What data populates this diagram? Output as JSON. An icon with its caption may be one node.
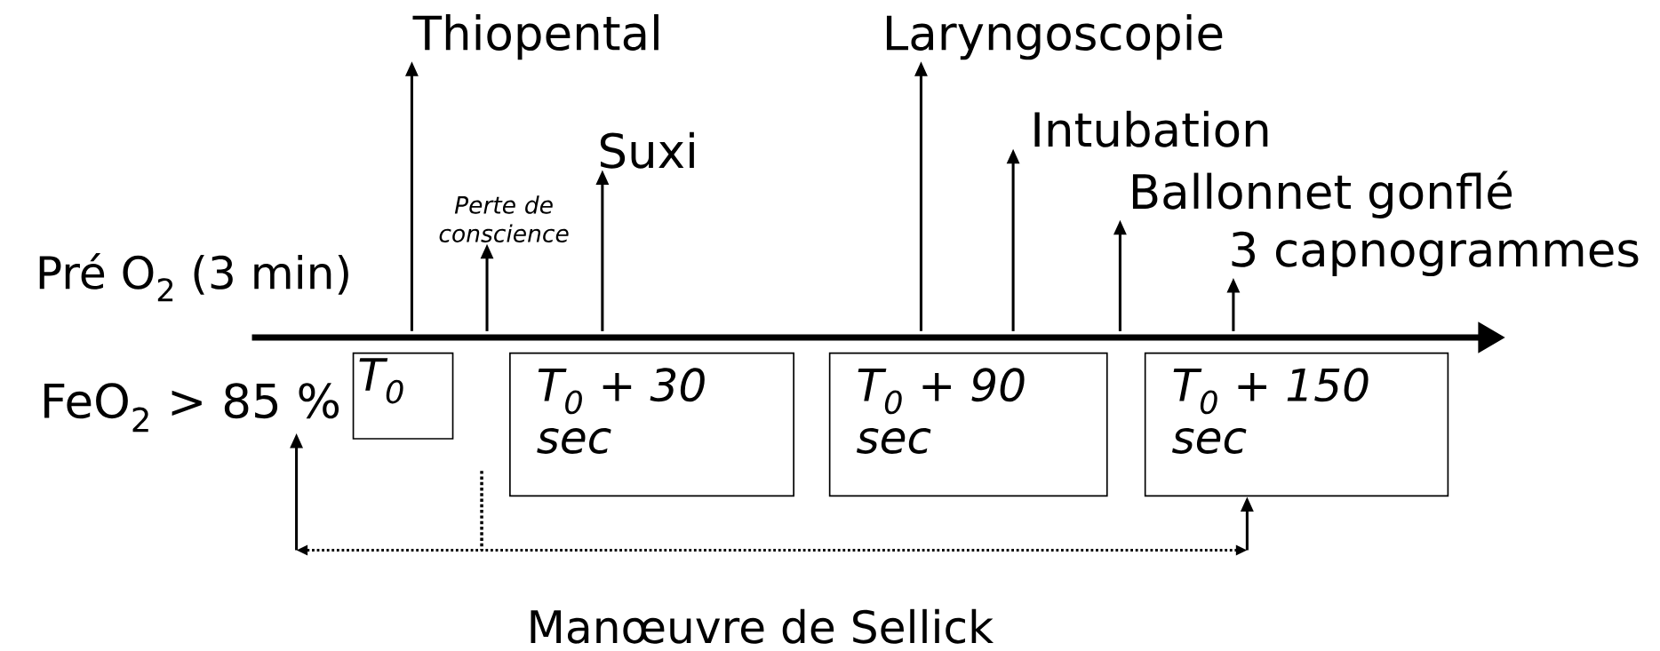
{
  "diagram": {
    "nodes": [
      {
        "text": [
          "Thiopental"
        ]
      },
      {
        "text": [
          "Perte de conscience"
        ]
      },
      {
        "text": [
          "Suxi"
        ]
      },
      {
        "text": [
          "Laryngoscopie"
        ]
      },
      {
        "text": [
          "Intubation"
        ]
      },
      {
        "text": [
          "Ballonnet gonflé"
        ]
      },
      {
        "text": [
          "3 capnogrammes"
        ]
      },
      {
        "text": [
          "T$_{0}$"
        ]
      },
      {
        "text": [
          "T$_{0}$ + 30 sec"
        ]
      },
      {
        "text": [
          "T$_{0}$ + 90 sec"
        ]
      },
      {
        "text": [
          "T$_{0}$ + 150 sec"
        ]
      },
      {
        "text": [
          "FeO$_{2}$ > 85 %"
        ]
      }
    ],
    "edges": [
      {
        "from": null,
        "to": 0,
        "arrow": "to"
      },
      {
        "from": null,
        "to": 1,
        "arrow": "to"
      },
      {
        "from": null,
        "to": 2,
        "arrow": "to"
      },
      {
        "from": null,
        "to": 3,
        "arrow": "to"
      },
      {
        "from": null,
        "to": 4,
        "arrow": "to"
      },
      {
        "from": null,
        "to": 5,
        "arrow": "to"
      },
      {
        "from": null,
        "to": 6,
        "arrow": "to"
      },
      {
        "from": null,
        "to": 11,
        "arrow": "to"
      },
      {
        "from": null,
        "to": 10,
        "arrow": "to"
      }
    ],
    "labels": [
      "Pré O$_{2}$ (3 min)",
      "Manœuvre de Sellick"
    ]
  }
}
